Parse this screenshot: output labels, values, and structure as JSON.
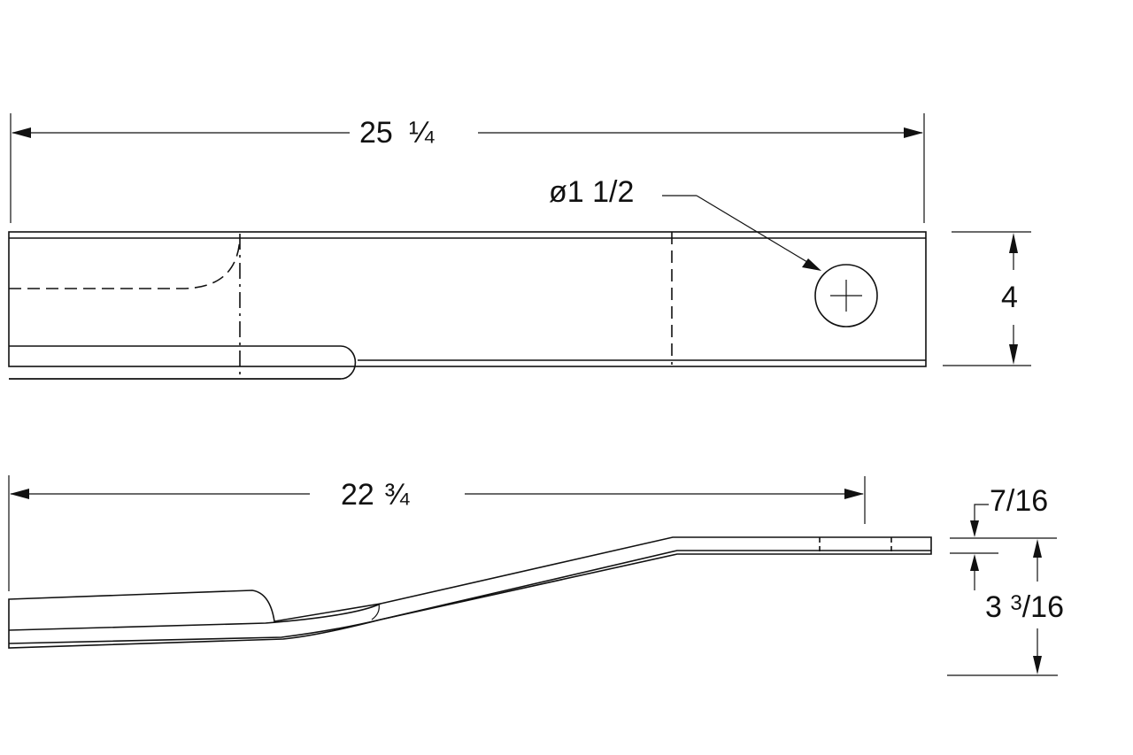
{
  "drawing": {
    "top_view": {
      "overall_length": {
        "whole": "25",
        "fraction": "1/4",
        "label": "25 1/4"
      },
      "width": {
        "label": "4"
      },
      "hole_diameter": {
        "symbol": "ø",
        "label": "1 1/2",
        "full": "ø1 1/2"
      }
    },
    "side_view": {
      "length": {
        "whole": "22",
        "fraction": "3/4",
        "label": "22 3/4"
      },
      "thickness": {
        "label": "7/16"
      },
      "offset_height": {
        "whole": "3",
        "fraction": "3/16",
        "label": "3 3/16"
      }
    },
    "colors": {
      "line": "#111111",
      "background": "#ffffff"
    }
  }
}
